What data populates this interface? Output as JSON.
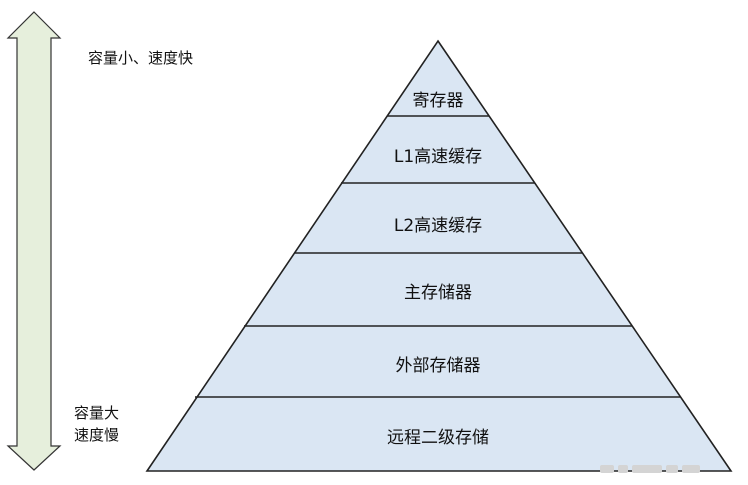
{
  "axis": {
    "top_label": "容量小、速度快",
    "bottom_label_line1": "容量大",
    "bottom_label_line2": "速度慢"
  },
  "pyramid": {
    "levels": [
      "寄存器",
      "L1高速缓存",
      "L2高速缓存",
      "主存储器",
      "外部存储器",
      "远程二级存储"
    ]
  },
  "colors": {
    "pyramid_fill": "#dae6f3",
    "outline": "#222222",
    "arrow_fill": "#e6efdc",
    "arrow_stroke": "#333333"
  }
}
